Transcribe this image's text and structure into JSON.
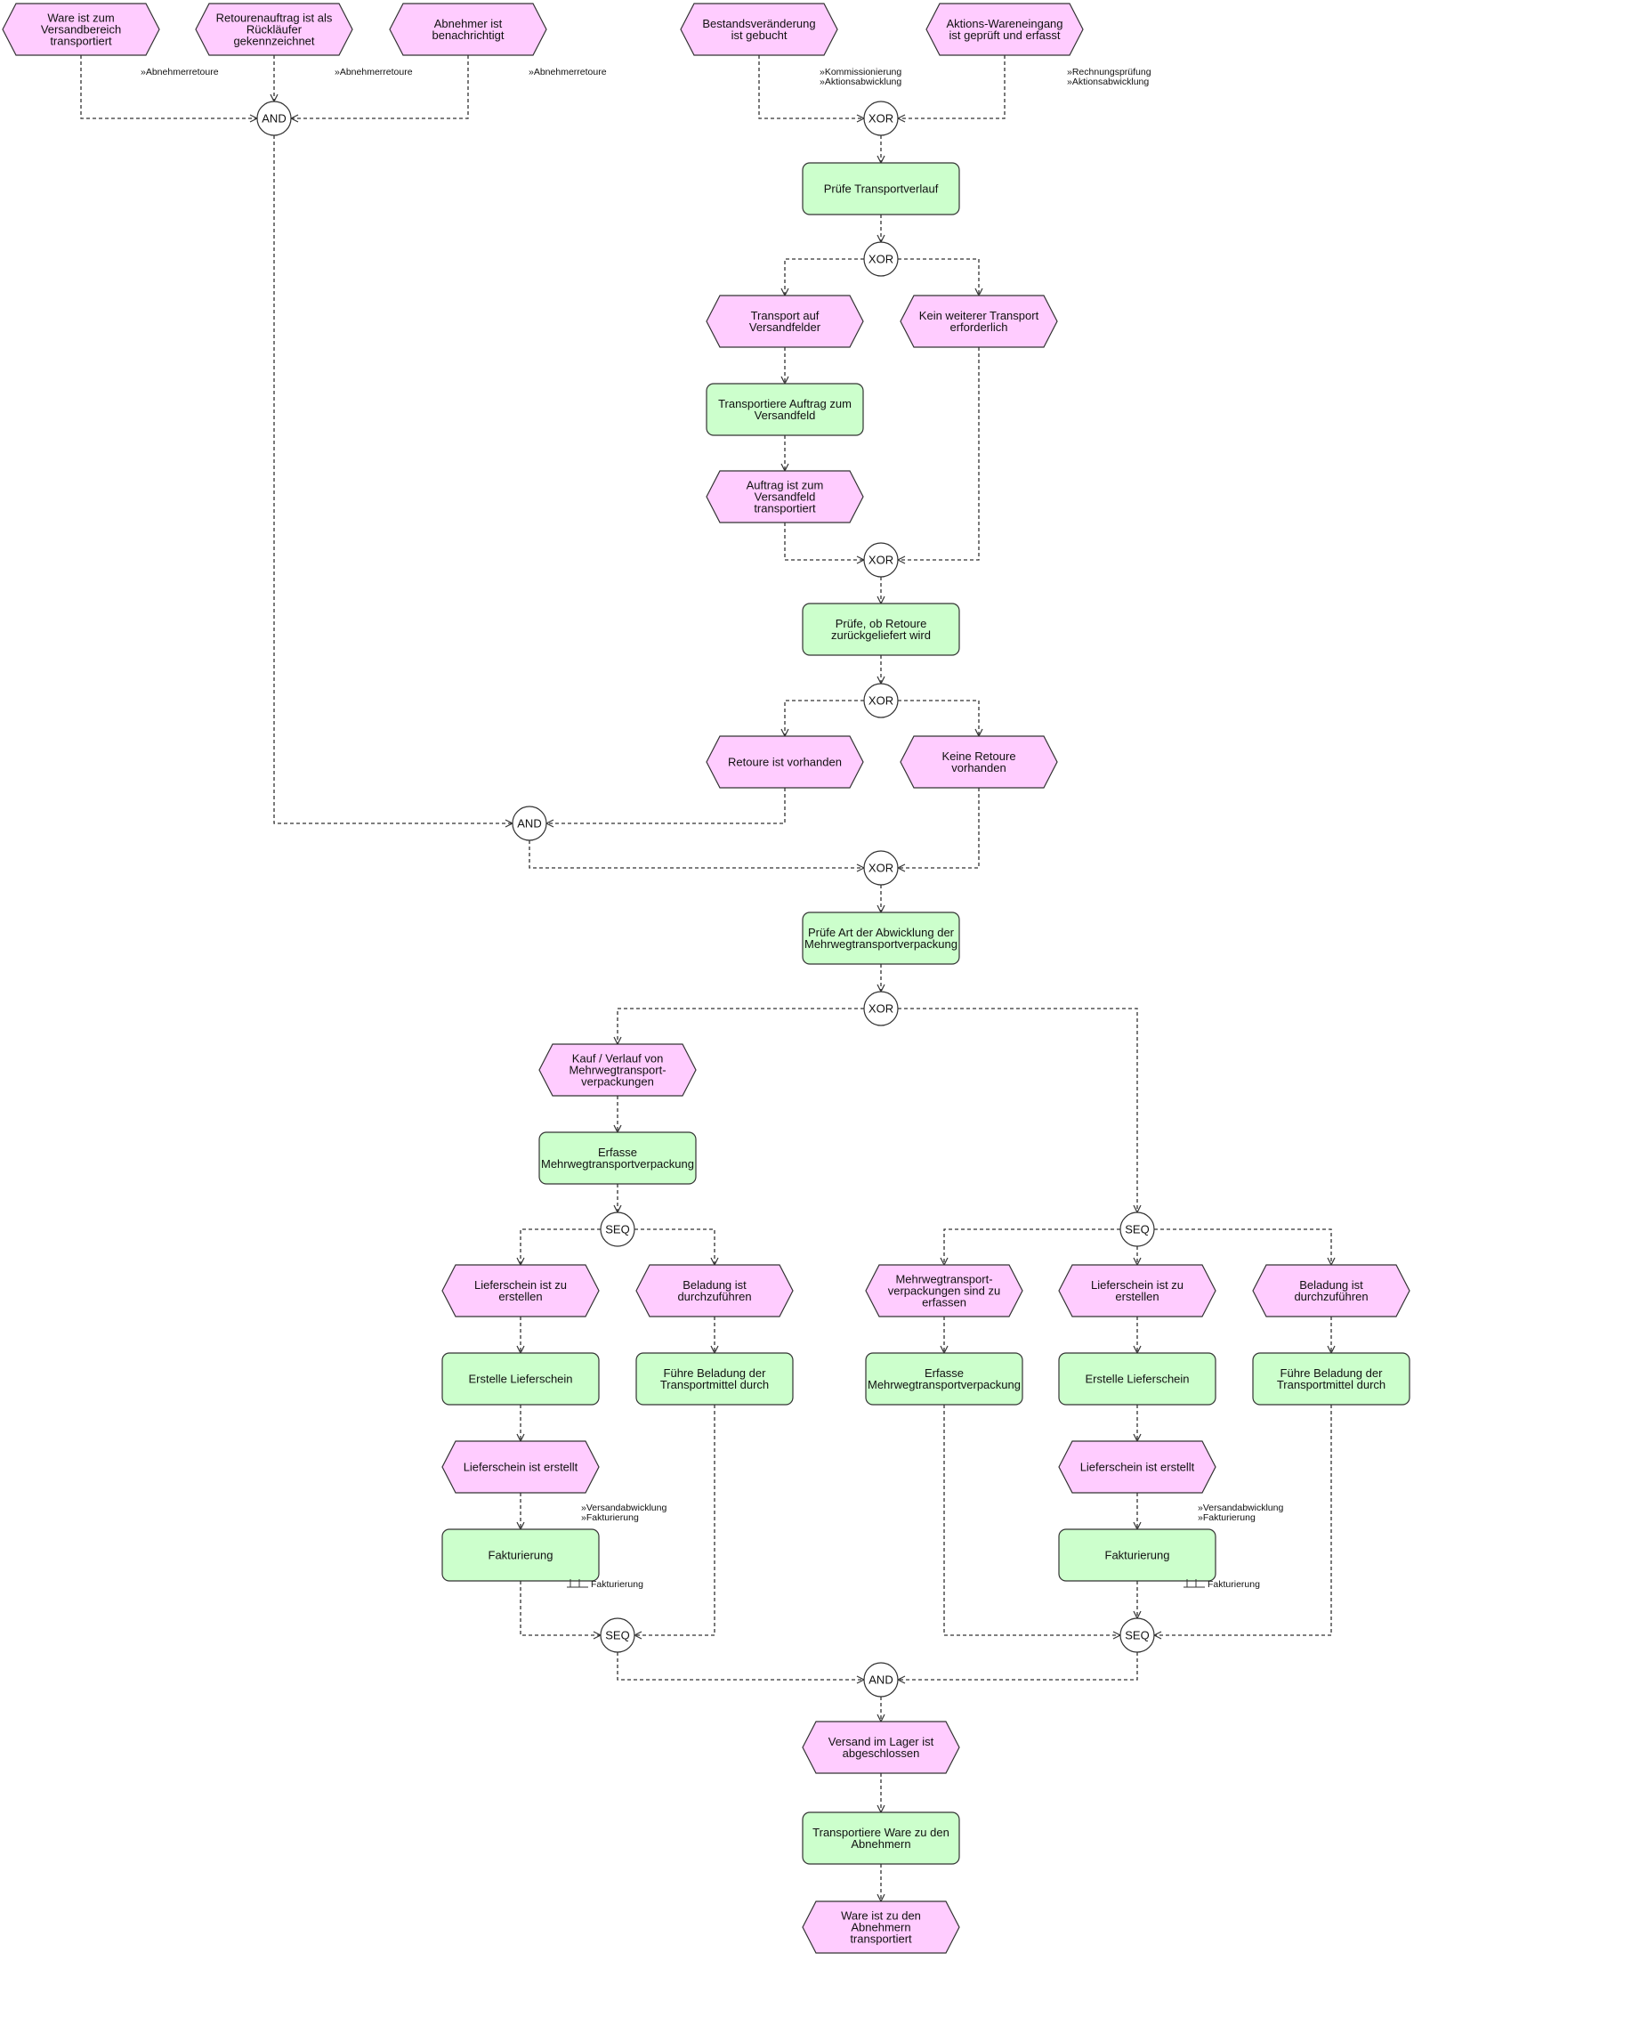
{
  "colors": {
    "event_fill": "#ffccff",
    "event_stroke": "#333333",
    "function_fill": "#ccffcc",
    "function_stroke": "#333333",
    "operator_fill": "#ffffff",
    "line": "#333333"
  },
  "nodes": [
    {
      "id": "e_ware_versandbereich",
      "type": "event",
      "lines": [
        "Ware ist zum",
        "Versandbereich",
        "transportiert"
      ]
    },
    {
      "id": "e_retourenauftrag",
      "type": "event",
      "lines": [
        "Retourenauftrag ist als",
        "Rückläufer",
        "gekennzeichnet"
      ]
    },
    {
      "id": "e_abnehmer_benachrichtigt",
      "type": "event",
      "lines": [
        "Abnehmer ist",
        "benachrichtigt"
      ]
    },
    {
      "id": "e_bestandsveraenderung",
      "type": "event",
      "lines": [
        "Bestandsveränderung",
        "ist gebucht"
      ]
    },
    {
      "id": "e_aktions_wareneingang",
      "type": "event",
      "lines": [
        "Aktions-Wareneingang",
        "ist geprüft und erfasst"
      ]
    },
    {
      "id": "op_and_top",
      "type": "operator",
      "label": "AND"
    },
    {
      "id": "op_xor_top",
      "type": "operator",
      "label": "XOR"
    },
    {
      "id": "f_pruefe_transportverlauf",
      "type": "function",
      "lines": [
        "Prüfe Transportverlauf"
      ]
    },
    {
      "id": "op_xor_2",
      "type": "operator",
      "label": "XOR"
    },
    {
      "id": "e_transport_versandfelder",
      "type": "event",
      "lines": [
        "Transport auf",
        "Versandfelder"
      ]
    },
    {
      "id": "e_kein_weiterer_transport",
      "type": "event",
      "lines": [
        "Kein weiterer Transport",
        "erforderlich"
      ]
    },
    {
      "id": "f_transportiere_auftrag",
      "type": "function",
      "lines": [
        "Transportiere Auftrag zum",
        "Versandfeld"
      ]
    },
    {
      "id": "e_auftrag_transportiert",
      "type": "event",
      "lines": [
        "Auftrag ist zum",
        "Versandfeld",
        "transportiert"
      ]
    },
    {
      "id": "op_xor_3",
      "type": "operator",
      "label": "XOR"
    },
    {
      "id": "f_pruefe_retoure",
      "type": "function",
      "lines": [
        "Prüfe, ob Retoure",
        "zurückgeliefert wird"
      ]
    },
    {
      "id": "op_xor_4",
      "type": "operator",
      "label": "XOR"
    },
    {
      "id": "e_retoure_vorhanden",
      "type": "event",
      "lines": [
        "Retoure ist vorhanden"
      ]
    },
    {
      "id": "e_keine_retoure",
      "type": "event",
      "lines": [
        "Keine Retoure",
        "vorhanden"
      ]
    },
    {
      "id": "op_and_mid",
      "type": "operator",
      "label": "AND"
    },
    {
      "id": "op_xor_5",
      "type": "operator",
      "label": "XOR"
    },
    {
      "id": "f_pruefe_art_abwicklung",
      "type": "function",
      "lines": [
        "Prüfe Art der Abwicklung der",
        "Mehrwegtransportverpackung"
      ]
    },
    {
      "id": "op_xor_6",
      "type": "operator",
      "label": "XOR"
    },
    {
      "id": "e_kauf_verlauf",
      "type": "event",
      "lines": [
        "Kauf / Verlauf von",
        "Mehrwegtransport-",
        "verpackungen"
      ]
    },
    {
      "id": "f_erfasse_mtv_left",
      "type": "function",
      "lines": [
        "Erfasse",
        "Mehrwegtransportverpackung"
      ]
    },
    {
      "id": "op_seq_left",
      "type": "operator",
      "label": "SEQ"
    },
    {
      "id": "e_lieferschein_zu_erstellen_left",
      "type": "event",
      "lines": [
        "Lieferschein ist zu",
        "erstellen"
      ]
    },
    {
      "id": "e_beladung_left",
      "type": "event",
      "lines": [
        "Beladung ist",
        "durchzuführen"
      ]
    },
    {
      "id": "f_erstelle_lieferschein_left",
      "type": "function",
      "lines": [
        "Erstelle Lieferschein"
      ]
    },
    {
      "id": "f_fuehre_beladung_left",
      "type": "function",
      "lines": [
        "Führe Beladung der",
        "Transportmittel durch"
      ]
    },
    {
      "id": "e_lieferschein_erstellt_left",
      "type": "event",
      "lines": [
        "Lieferschein ist erstellt"
      ]
    },
    {
      "id": "f_fakturierung_left",
      "type": "function",
      "lines": [
        "Fakturierung"
      ]
    },
    {
      "id": "op_seq_left_join",
      "type": "operator",
      "label": "SEQ"
    },
    {
      "id": "op_seq_right",
      "type": "operator",
      "label": "SEQ"
    },
    {
      "id": "e_mtv_zu_erfassen",
      "type": "event",
      "lines": [
        "Mehrwegtransport-",
        "verpackungen sind zu",
        "erfassen"
      ]
    },
    {
      "id": "e_lieferschein_zu_erstellen_right",
      "type": "event",
      "lines": [
        "Lieferschein ist zu",
        "erstellen"
      ]
    },
    {
      "id": "e_beladung_right",
      "type": "event",
      "lines": [
        "Beladung ist",
        "durchzuführen"
      ]
    },
    {
      "id": "f_erfasse_mtv_right",
      "type": "function",
      "lines": [
        "Erfasse",
        "Mehrwegtransportverpackung"
      ]
    },
    {
      "id": "f_erstelle_lieferschein_right",
      "type": "function",
      "lines": [
        "Erstelle Lieferschein"
      ]
    },
    {
      "id": "f_fuehre_beladung_right",
      "type": "function",
      "lines": [
        "Führe Beladung der",
        "Transportmittel durch"
      ]
    },
    {
      "id": "e_lieferschein_erstellt_right",
      "type": "event",
      "lines": [
        "Lieferschein ist erstellt"
      ]
    },
    {
      "id": "f_fakturierung_right",
      "type": "function",
      "lines": [
        "Fakturierung"
      ]
    },
    {
      "id": "op_seq_right_join",
      "type": "operator",
      "label": "SEQ"
    },
    {
      "id": "op_and_bottom",
      "type": "operator",
      "label": "AND"
    },
    {
      "id": "e_versand_abgeschlossen",
      "type": "event",
      "lines": [
        "Versand im Lager ist",
        "abgeschlossen"
      ]
    },
    {
      "id": "f_transportiere_ware",
      "type": "function",
      "lines": [
        "Transportiere Ware zu den",
        "Abnehmern"
      ]
    },
    {
      "id": "e_ware_abnehmern",
      "type": "event",
      "lines": [
        "Ware ist zu den",
        "Abnehmern",
        "transportiert"
      ]
    }
  ],
  "annotations": [
    {
      "id": "a1",
      "lines": [
        "»Abnehmerretoure"
      ]
    },
    {
      "id": "a2",
      "lines": [
        "»Abnehmerretoure"
      ]
    },
    {
      "id": "a3",
      "lines": [
        "»Abnehmerretoure"
      ]
    },
    {
      "id": "a4",
      "lines": [
        "»Kommissionierung",
        "»Aktionsabwicklung"
      ]
    },
    {
      "id": "a5",
      "lines": [
        "»Rechnungsprüfung",
        "»Aktionsabwicklung"
      ]
    },
    {
      "id": "a6",
      "lines": [
        "»Versandabwicklung",
        "»Fakturierung"
      ]
    },
    {
      "id": "a7",
      "lines": [
        "»Versandabwicklung",
        "»Fakturierung"
      ]
    },
    {
      "id": "a8",
      "lines": [
        "Fakturierung"
      ],
      "icon": "process-module-icon"
    },
    {
      "id": "a9",
      "lines": [
        "Fakturierung"
      ],
      "icon": "process-module-icon"
    }
  ]
}
